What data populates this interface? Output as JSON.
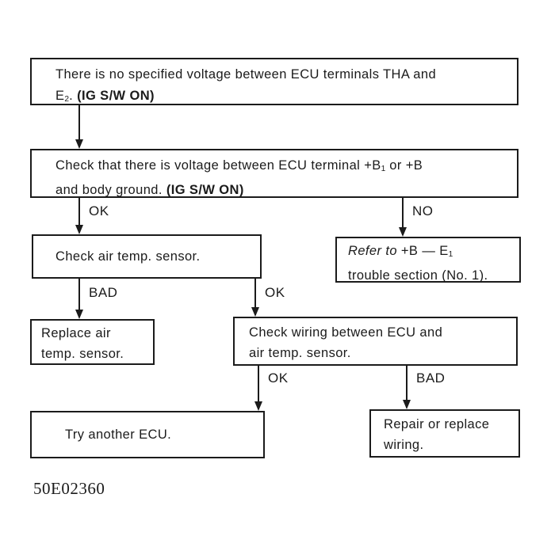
{
  "theme": {
    "background": "#ffffff",
    "ink": "#1b1b1b"
  },
  "nodes": {
    "no_voltage": {
      "line1": "There is no specified voltage between ECU terminals THA and",
      "line2_pre": "E",
      "line2_sub": "2",
      "line2_mid": ". ",
      "line2_bold": "(IG S/W ON)"
    },
    "check_voltage": {
      "line1_pre": "Check that there is voltage between ECU terminal +B",
      "line1_sub": "1",
      "line1_post": " or +B",
      "line2_pre": "and body ground. ",
      "line2_bold": "(IG S/W ON)"
    },
    "check_sensor": {
      "text": "Check air temp. sensor."
    },
    "refer": {
      "line1_italic": "Refer to",
      "line1_post": " +B — E",
      "line1_sub": "1",
      "line2": "trouble section (No. 1)."
    },
    "replace_sensor": {
      "line1": "Replace air",
      "line2": "temp. sensor."
    },
    "check_wiring": {
      "line1": "Check wiring between ECU and",
      "line2": "air temp. sensor."
    },
    "try_ecu": {
      "text": "Try another ECU."
    },
    "repair_wiring": {
      "line1": "Repair or replace",
      "line2": "wiring."
    }
  },
  "edges": {
    "ok1": "OK",
    "no1": "NO",
    "bad1": "BAD",
    "ok2": "OK",
    "ok3": "OK",
    "bad2": "BAD"
  },
  "footer": {
    "code": "50E02360"
  }
}
